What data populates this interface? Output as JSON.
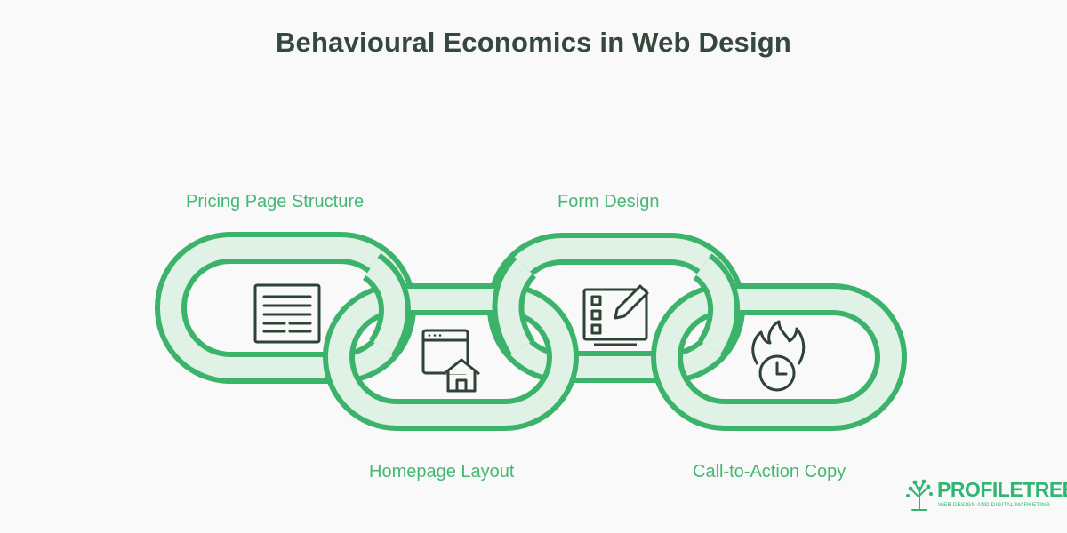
{
  "title": "Behavioural Economics in Web Design",
  "links": [
    {
      "label": "Pricing Page Structure",
      "icon": "pricing-page-icon"
    },
    {
      "label": "Homepage Layout",
      "icon": "homepage-icon"
    },
    {
      "label": "Form Design",
      "icon": "form-design-icon"
    },
    {
      "label": "Call-to-Action Copy",
      "icon": "cta-fire-clock-icon"
    }
  ],
  "logo": {
    "name": "PROFILETREE",
    "tagline": "WEB DESIGN AND DIGITAL MARKETING"
  },
  "colors": {
    "chain_stroke": "#3cb36b",
    "chain_fill": "#dff2e5",
    "label": "#44b874",
    "title": "#35483d",
    "icon": "#2e4236"
  }
}
